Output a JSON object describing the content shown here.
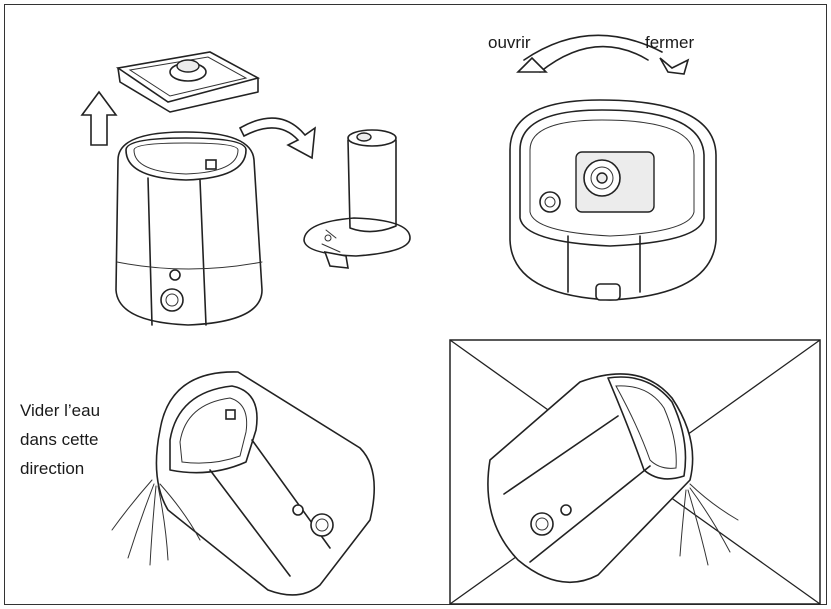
{
  "labels": {
    "open": "ouvrir",
    "close": "fermer",
    "empty_line1": "Vider l’eau",
    "empty_line2": "dans cette",
    "empty_line3": "direction"
  },
  "colors": {
    "line": "#222222",
    "background": "#ffffff"
  }
}
